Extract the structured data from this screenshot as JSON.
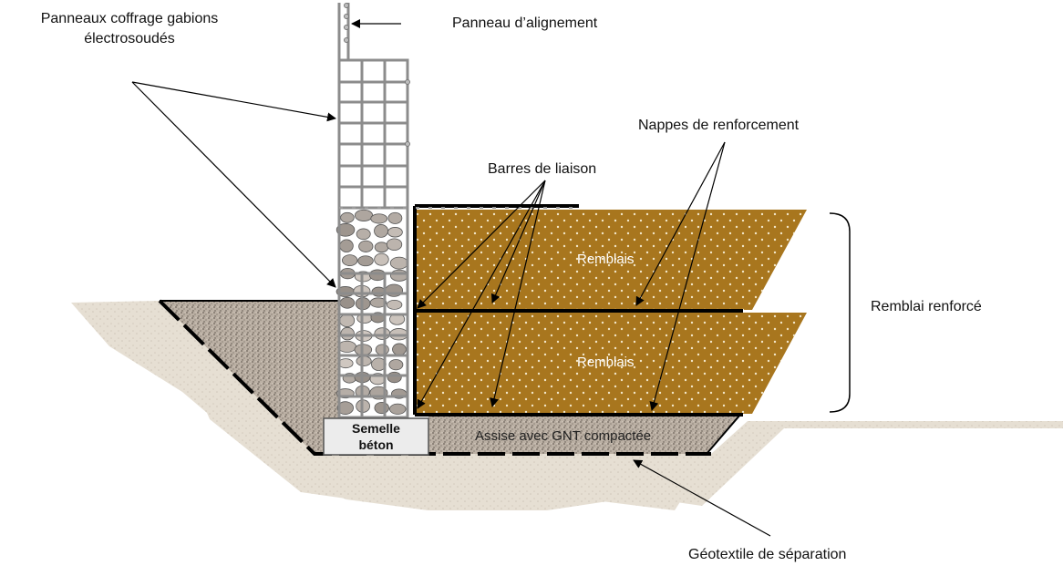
{
  "labels": {
    "panels": [
      "Panneaux coffrage gabions",
      "électrosoudés"
    ],
    "alignment_panel": "Panneau d’alignement",
    "reinforcement_sheets": "Nappes de renforcement",
    "tie_bars": "Barres de liaison",
    "backfill_upper": "Remblais",
    "backfill_lower": "Remblais",
    "reinforced_backfill": "Remblai renforcé",
    "footing": [
      "Semelle",
      "béton"
    ],
    "bedding": "Assise avec GNT compactée",
    "geotextile": "Géotextile de séparation"
  },
  "colors": {
    "backfill": "#A8761E",
    "ground": "#E6DFD3",
    "gravel": "#BBB0A4",
    "mesh": "#8C8C8C",
    "line": "#000000"
  },
  "icons": [
    "gabion-mesh-icon",
    "stone-fill-icon",
    "arrow-icon"
  ]
}
